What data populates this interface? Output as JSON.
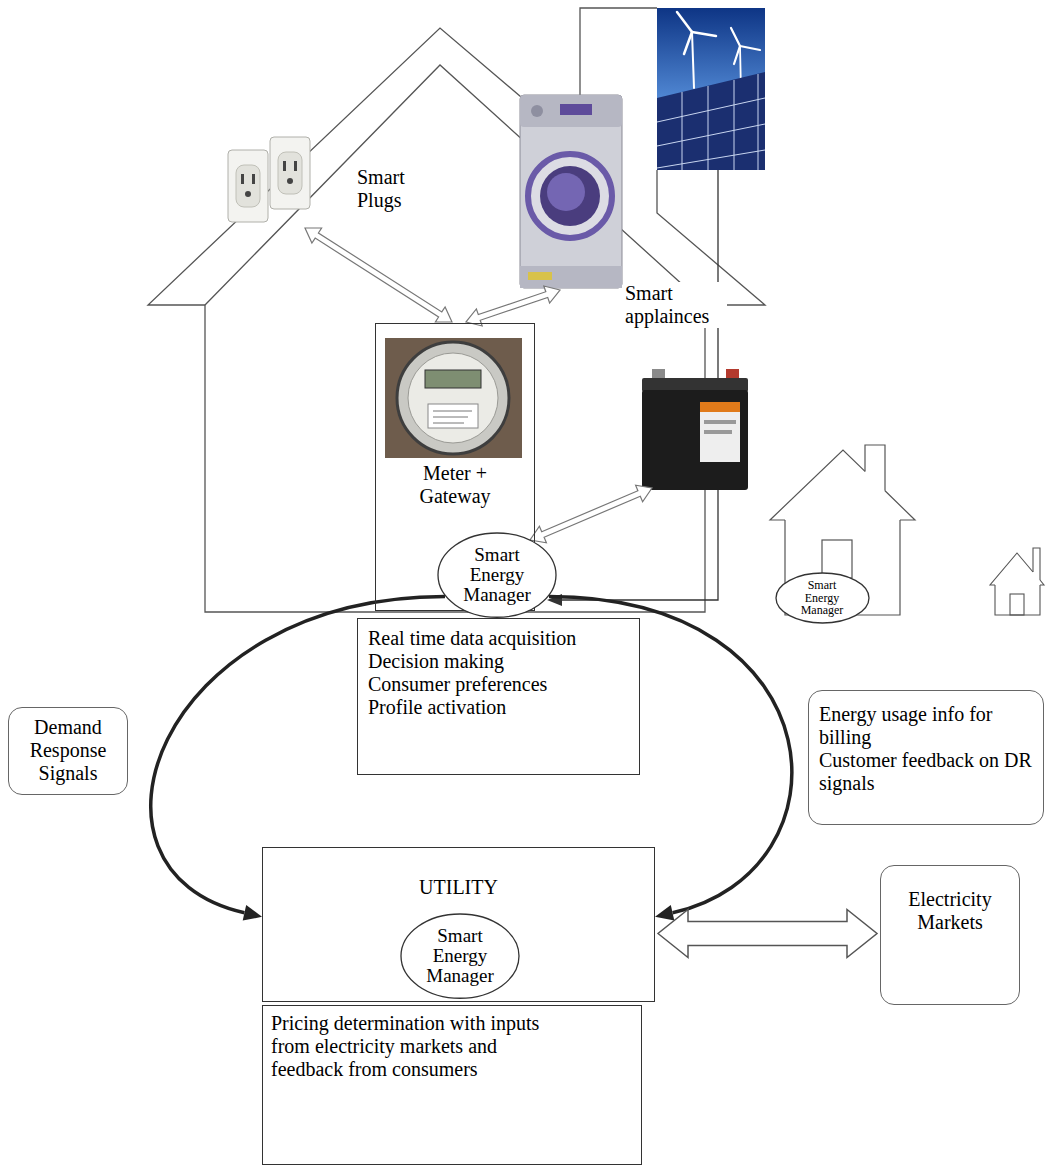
{
  "diagram": {
    "nodes": [
      {
        "text": [
          "Meter + Gateway"
        ]
      },
      {
        "text": [
          "Smart Energy Manager"
        ]
      },
      {
        "text": [
          "Smart Energy Manager"
        ]
      },
      {
        "text": [
          "Real time data acquisition",
          "Decision making",
          "Consumer preferences",
          "Profile activation"
        ]
      },
      {
        "text": [
          "Demand Response Signals"
        ]
      },
      {
        "text": [
          "Energy usage info for billing",
          "Customer feedback on DR signals"
        ]
      },
      {
        "text": [
          "UTILITY"
        ]
      },
      {
        "text": [
          "Smart Energy Manager"
        ],
        "in": 6
      },
      {
        "text": [
          "Electricity Markets"
        ]
      },
      {
        "text": [
          "Pricing determination with inputs from electricity markets and feedback from consumers"
        ]
      }
    ],
    "edges": [
      {
        "from": 1,
        "to": 6,
        "arrow": "to"
      },
      {
        "from": 1,
        "to": 6,
        "arrow": "to"
      },
      {
        "from": 6,
        "to": 8,
        "arrow": "both"
      }
    ],
    "labels": [
      "Smart Plugs",
      "Smart applainces"
    ]
  }
}
